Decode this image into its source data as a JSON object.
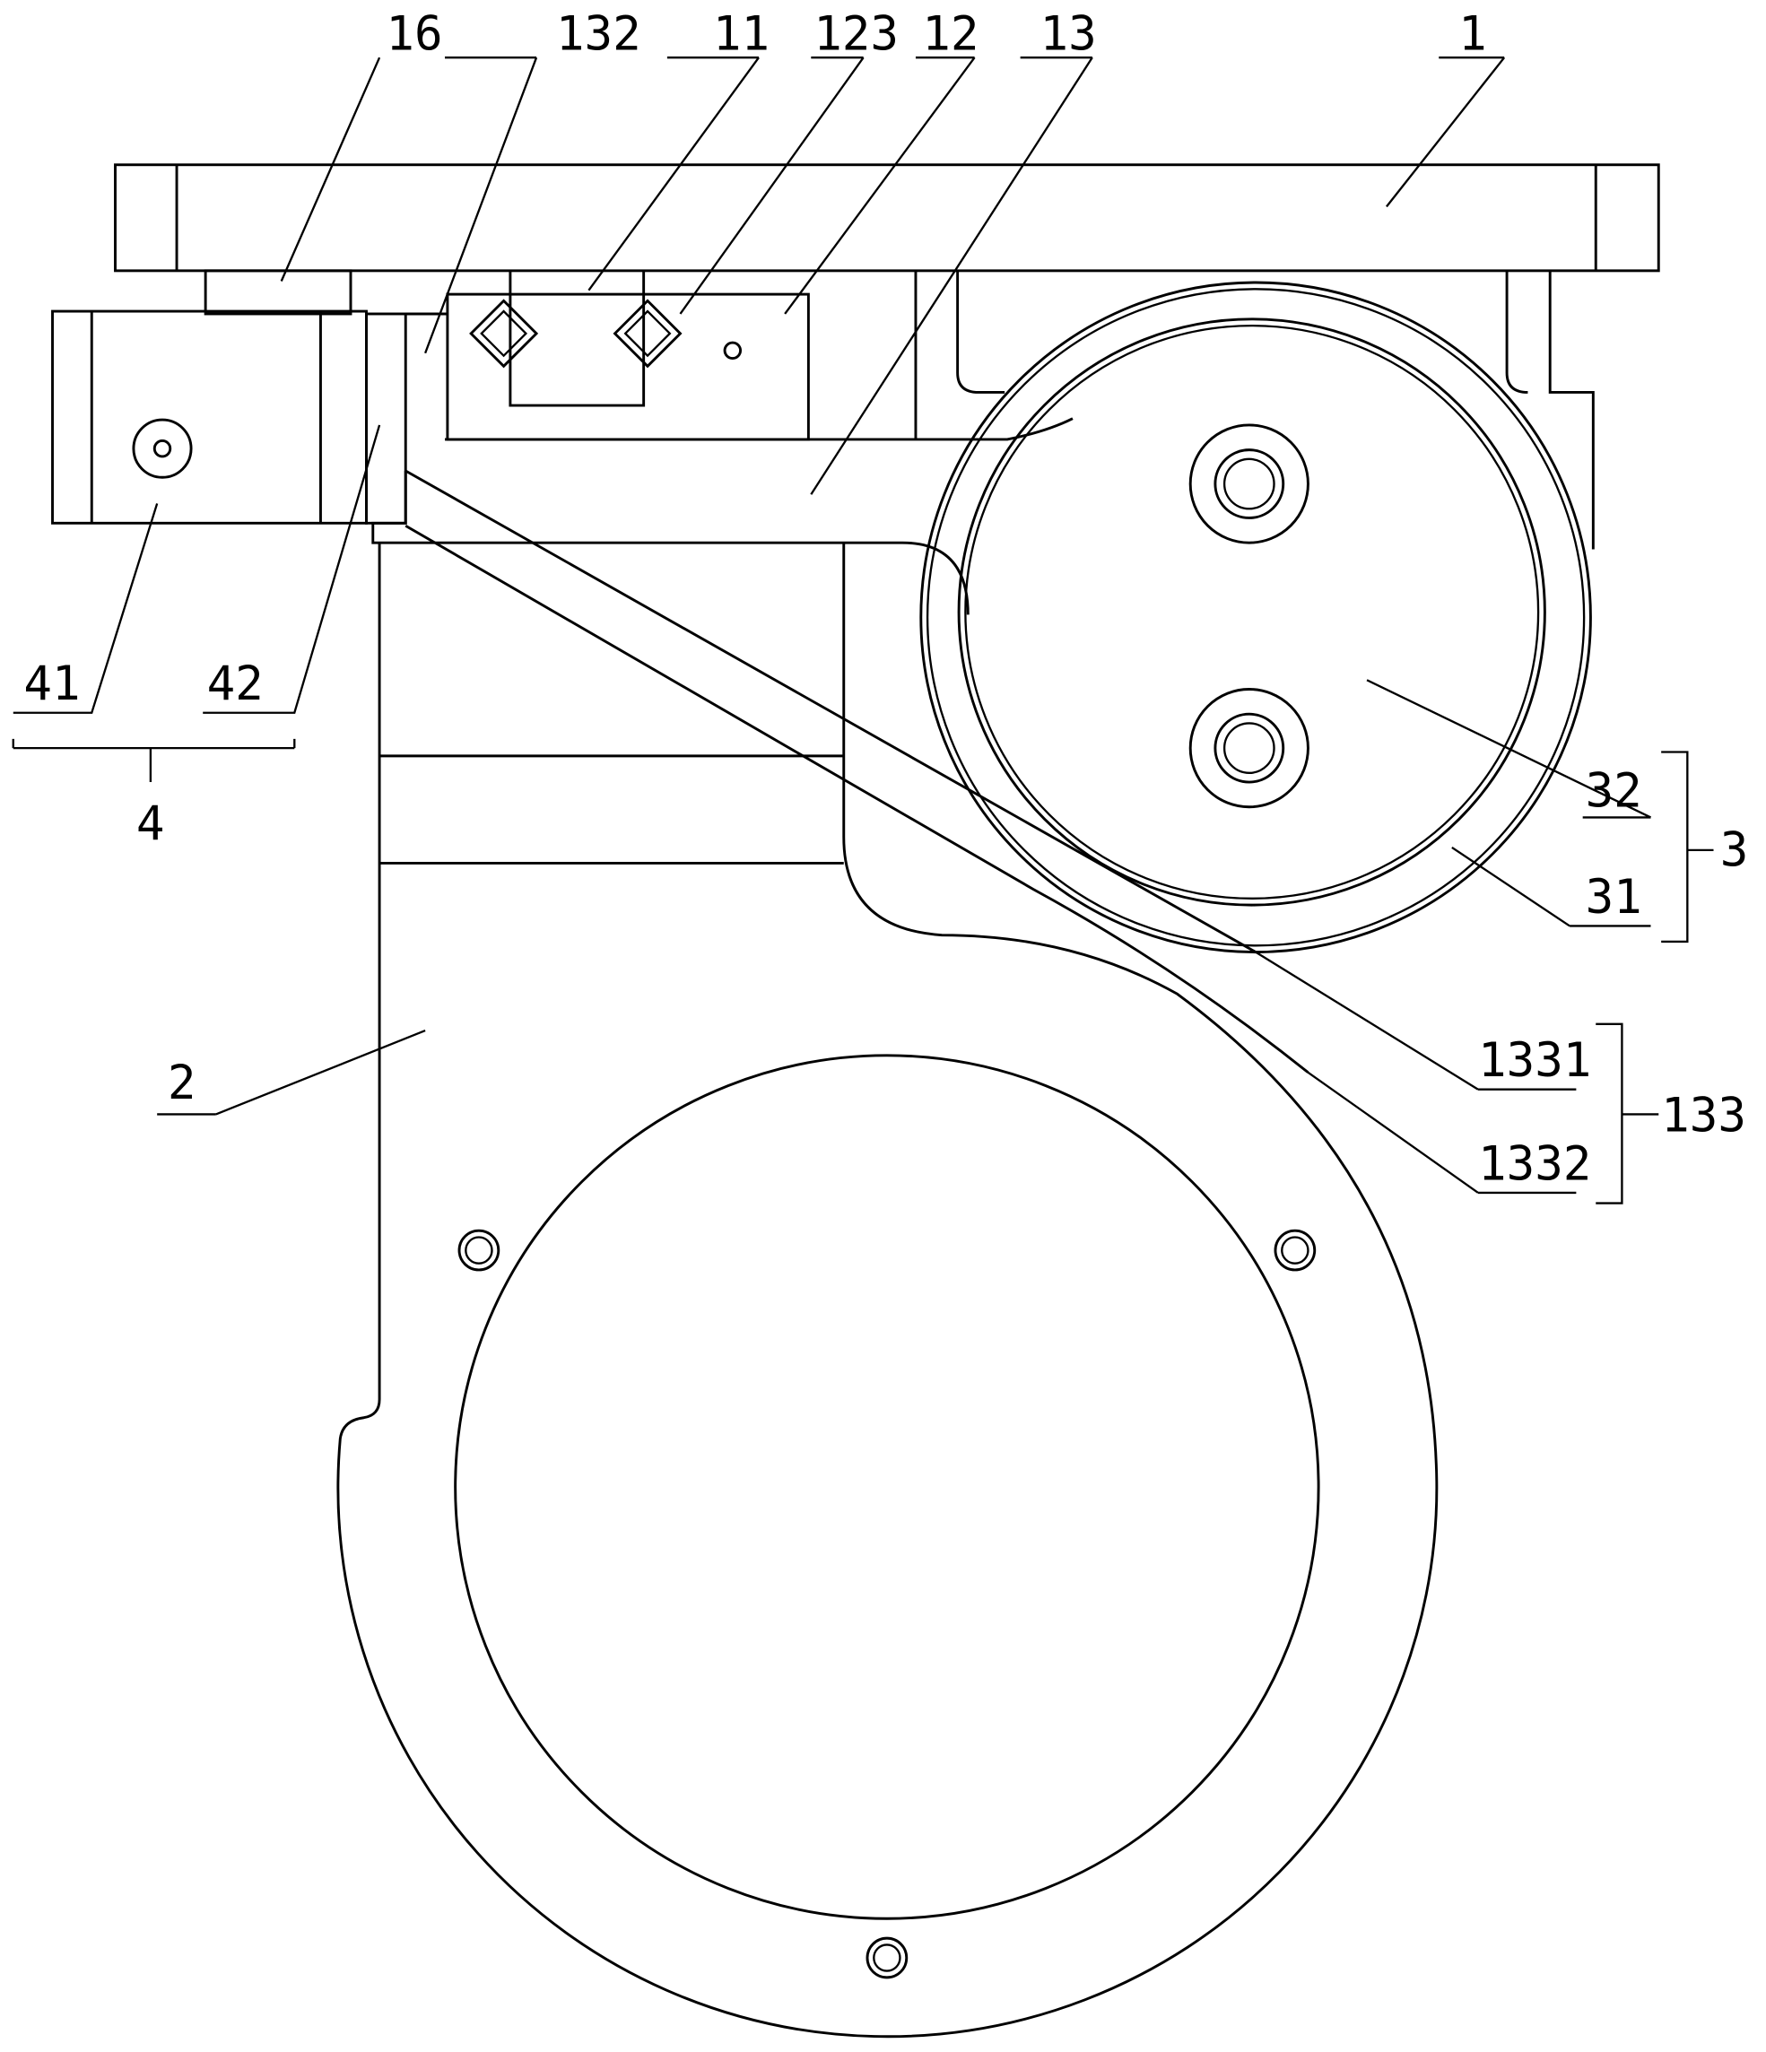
{
  "figure": {
    "labels": {
      "l16": "16",
      "l132": "132",
      "l11": "11",
      "l123": "123",
      "l12": "12",
      "l13": "13",
      "l1": "1",
      "l41": "41",
      "l42": "42",
      "l4": "4",
      "l32": "32",
      "l31": "31",
      "l3": "3",
      "l2": "2",
      "l1331": "1331",
      "l1332": "1332",
      "l133": "133"
    }
  }
}
